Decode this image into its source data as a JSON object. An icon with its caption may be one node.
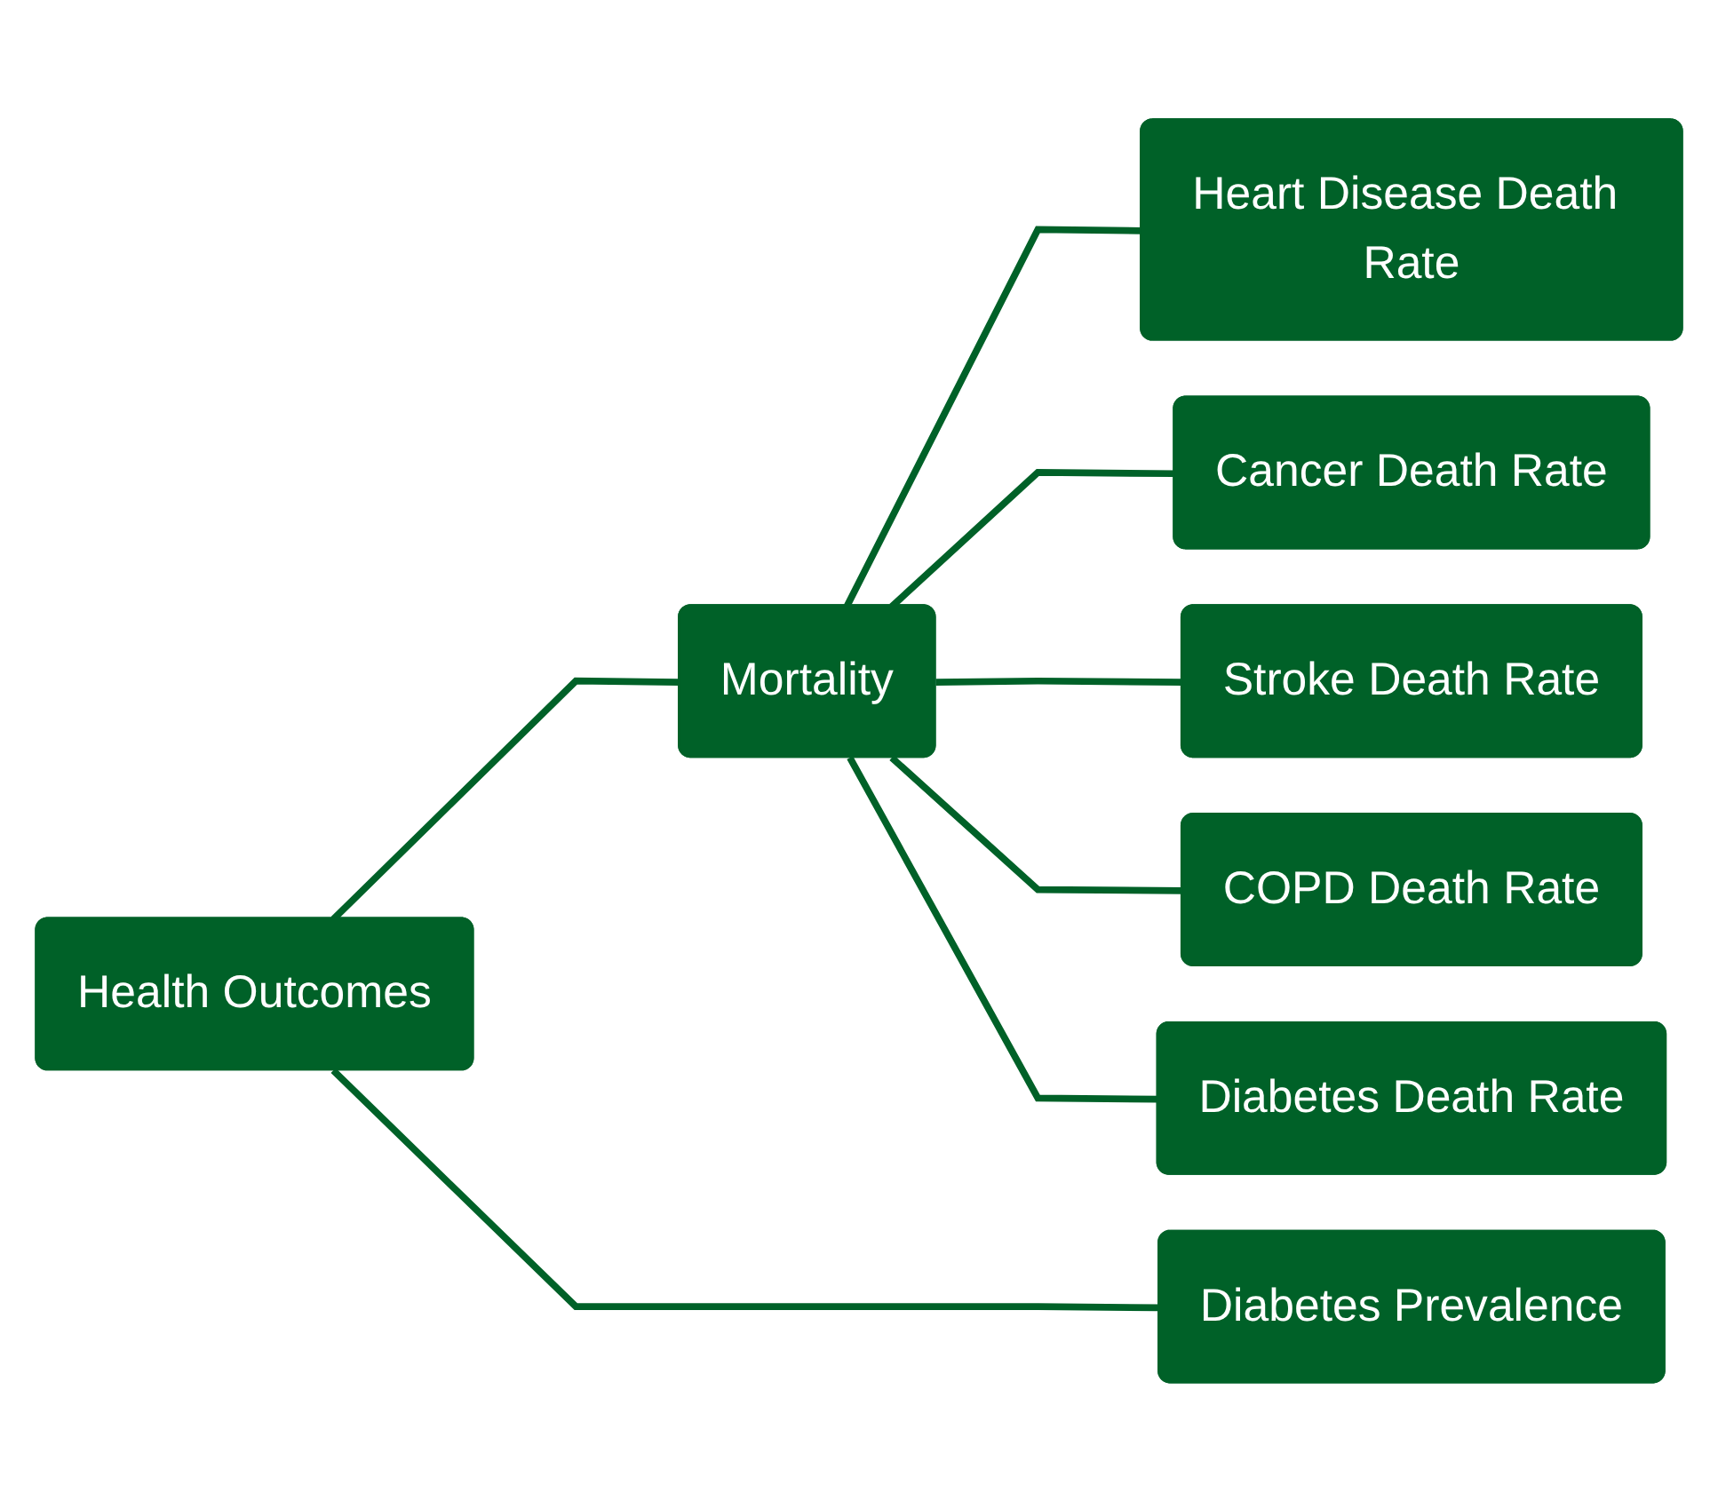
{
  "diagram": {
    "nodes": [
      {
        "text": [
          "Health Outcomes"
        ]
      },
      {
        "text": [
          "Mortality"
        ]
      },
      {
        "text": [
          "Heart Disease Death Rate"
        ]
      },
      {
        "text": [
          "Cancer Death Rate"
        ]
      },
      {
        "text": [
          "Stroke Death Rate"
        ]
      },
      {
        "text": [
          "COPD Death Rate"
        ]
      },
      {
        "text": [
          "Diabetes Death Rate"
        ]
      },
      {
        "text": [
          "Diabetes Prevalence"
        ]
      }
    ],
    "edges": [
      {
        "from": 0,
        "to": 1,
        "arrow": "none"
      },
      {
        "from": 1,
        "to": 2,
        "arrow": "none"
      },
      {
        "from": 1,
        "to": 3,
        "arrow": "none"
      },
      {
        "from": 1,
        "to": 4,
        "arrow": "none"
      },
      {
        "from": 1,
        "to": 5,
        "arrow": "none"
      },
      {
        "from": 1,
        "to": 6,
        "arrow": "none"
      },
      {
        "from": 0,
        "to": 7,
        "arrow": "none"
      }
    ]
  }
}
